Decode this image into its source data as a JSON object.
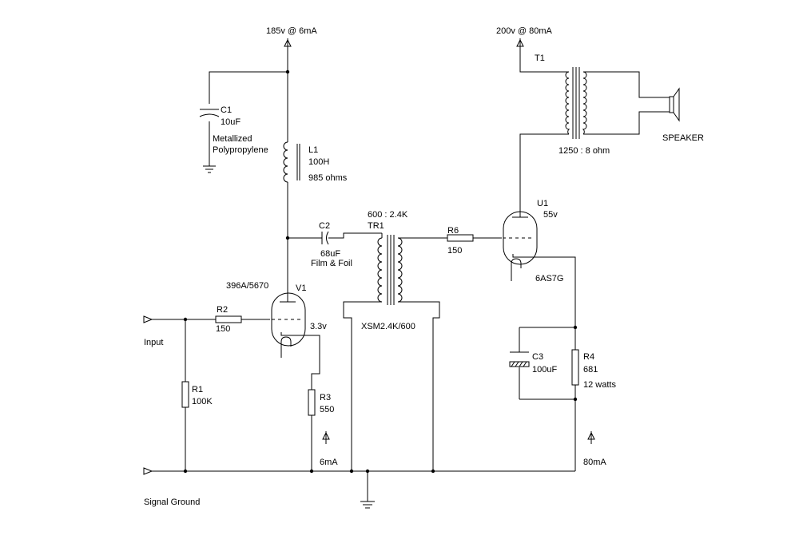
{
  "supplies": {
    "v1_supply": "185v @ 6mA",
    "u1_supply": "200v @ 80mA"
  },
  "components": {
    "c1": {
      "ref": "C1",
      "value": "10uF",
      "note1": "Metallized",
      "note2": "Polypropylene"
    },
    "l1": {
      "ref": "L1",
      "value": "100H",
      "note": "985 ohms"
    },
    "c2": {
      "ref": "C2",
      "value": "68uF",
      "note": "Film & Foil"
    },
    "tr1": {
      "ratio": "600 : 2.4K",
      "ref": "TR1",
      "model": "XSM2.4K/600"
    },
    "r6": {
      "ref": "R6",
      "value": "150"
    },
    "u1": {
      "ref": "U1",
      "voltage": "55v",
      "type": "6AS7G"
    },
    "t1": {
      "ref": "T1",
      "ratio": "1250 : 8 ohm"
    },
    "speaker": {
      "label": "SPEAKER"
    },
    "v1": {
      "ref": "V1",
      "type": "396A/5670",
      "voltage": "3.3v"
    },
    "r2": {
      "ref": "R2",
      "value": "150"
    },
    "r1": {
      "ref": "R1",
      "value": "100K"
    },
    "r3": {
      "ref": "R3",
      "value": "550"
    },
    "c3": {
      "ref": "C3",
      "value": "100uF"
    },
    "r4": {
      "ref": "R4",
      "value": "681",
      "note": "12 watts"
    }
  },
  "ports": {
    "input": "Input",
    "ground": "Signal Ground"
  },
  "currents": {
    "v1_cathode": "6mA",
    "u1_cathode": "80mA"
  }
}
